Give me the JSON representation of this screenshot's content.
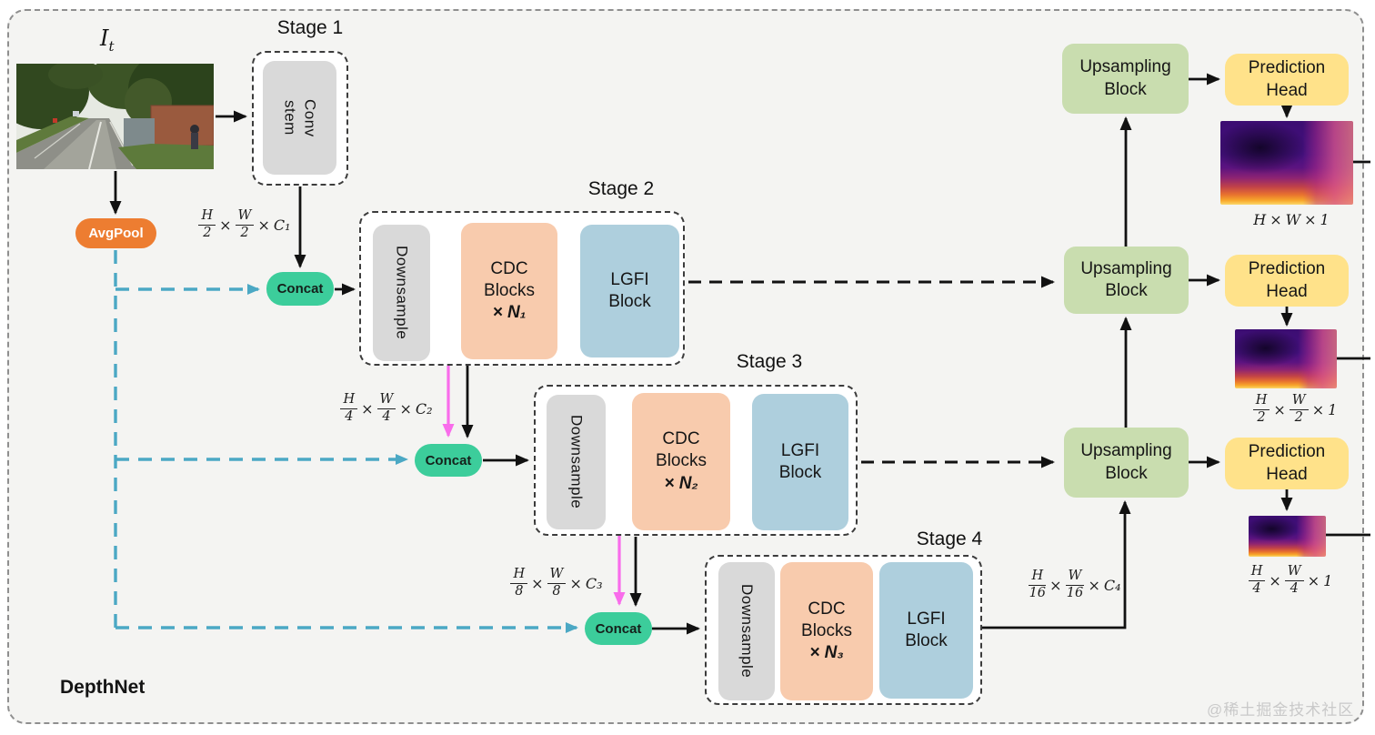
{
  "network": {
    "title": "DepthNet",
    "watermark": "@稀土掘金技术社区"
  },
  "input": {
    "symbol": "I",
    "subscript": "t"
  },
  "avgpool": {
    "label": "AvgPool"
  },
  "concat": {
    "label": "Concat"
  },
  "stages": {
    "s1": {
      "title": "Stage 1",
      "conv_stem": [
        "Conv",
        "stem"
      ]
    },
    "s2": {
      "title": "Stage 2",
      "downsample": "Downsample",
      "cdc": [
        "CDC",
        "Blocks",
        "× N₁"
      ],
      "lgfi": [
        "LGFI",
        "Block"
      ]
    },
    "s3": {
      "title": "Stage 3",
      "downsample": "Downsample",
      "cdc": [
        "CDC",
        "Blocks",
        "× N₂"
      ],
      "lgfi": [
        "LGFI",
        "Block"
      ]
    },
    "s4": {
      "title": "Stage 4",
      "downsample": "Downsample",
      "cdc": [
        "CDC",
        "Blocks",
        "× N₃"
      ],
      "lgfi": [
        "LGFI",
        "Block"
      ]
    }
  },
  "decoder": {
    "upsampling": [
      "Upsampling",
      "Block"
    ],
    "prediction": [
      "Prediction",
      "Head"
    ]
  },
  "dims": {
    "enc1": [
      [
        "H",
        "2"
      ],
      "×",
      [
        "W",
        "2"
      ],
      "×",
      "C₁"
    ],
    "enc2": [
      [
        "H",
        "4"
      ],
      "×",
      [
        "W",
        "4"
      ],
      "×",
      "C₂"
    ],
    "enc3": [
      [
        "H",
        "8"
      ],
      "×",
      [
        "W",
        "8"
      ],
      "×",
      "C₃"
    ],
    "enc4": [
      [
        "H",
        "16"
      ],
      "×",
      [
        "W",
        "16"
      ],
      "×",
      "C₄"
    ],
    "out1": [
      "H",
      "×",
      "W",
      "×",
      "1"
    ],
    "out2": [
      [
        "H",
        "2"
      ],
      "×",
      [
        "W",
        "2"
      ],
      "×",
      "1"
    ],
    "out3": [
      [
        "H",
        "4"
      ],
      "×",
      [
        "W",
        "4"
      ],
      "×",
      "1"
    ]
  },
  "colors": {
    "avgpool": "#ED7D31",
    "concat": "#3CCD9B",
    "conv_stem": "#D9D9D9",
    "downsample": "#D9D9D9",
    "cdc": "#F8CBAD",
    "lgfi": "#AECFDD",
    "upsampling": "#C9DDAF",
    "prediction": "#FFE28A",
    "teal_line": "#4BA8C4",
    "magenta_line": "#F96CEB",
    "title_text": "#1272BC"
  }
}
